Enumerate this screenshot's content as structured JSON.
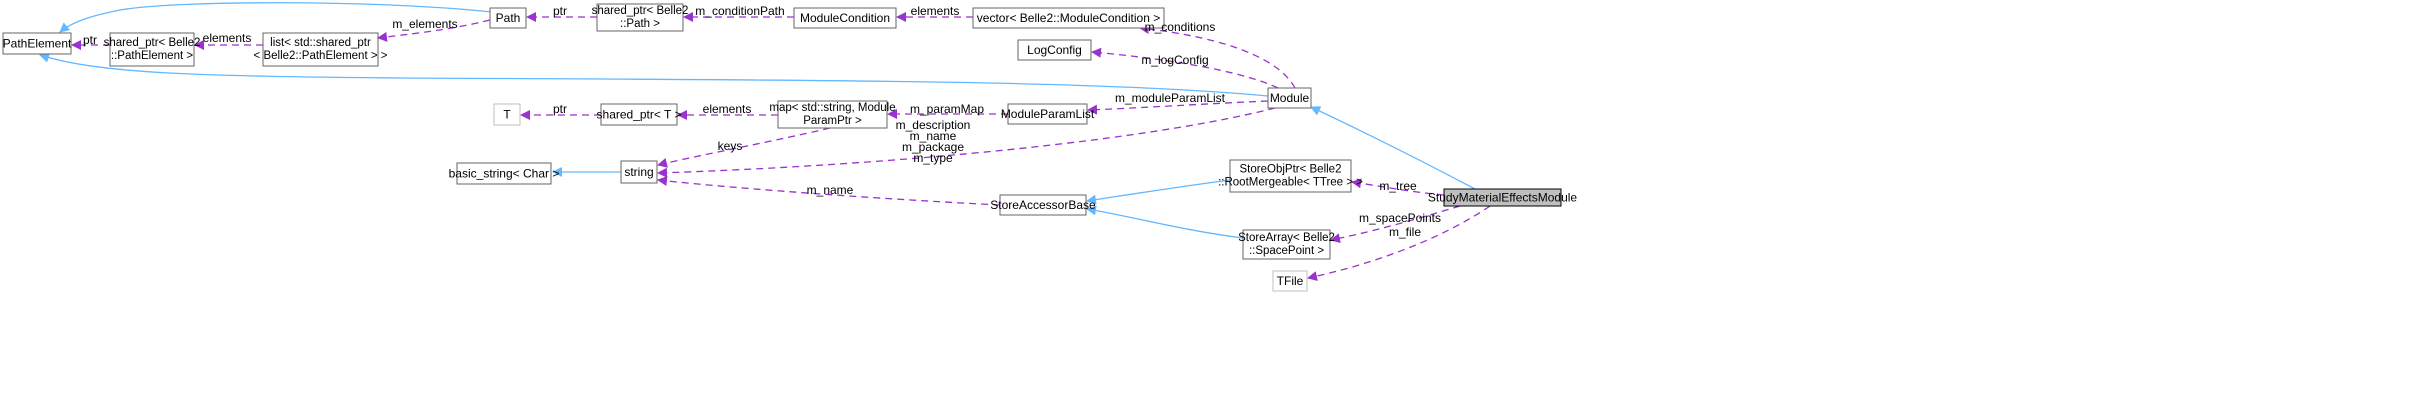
{
  "colors": {
    "inheritance_edge": "#63b8ff",
    "member_edge": "#9a32cd",
    "node_border": "#666666",
    "ghost_border": "#bfbfbf",
    "focus_fill": "#bfbfbf"
  },
  "nodes": {
    "path_element": [
      "PathElement"
    ],
    "shared_ptr_path_element": [
      "shared_ptr< Belle2",
      "::PathElement >"
    ],
    "list_shared_ptr": [
      "list< std::shared_ptr",
      "< Belle2::PathElement > >"
    ],
    "path": [
      "Path"
    ],
    "shared_ptr_path": [
      "shared_ptr< Belle2",
      "::Path >"
    ],
    "module_condition": [
      "ModuleCondition"
    ],
    "vector_module_condition": [
      "vector< Belle2::ModuleCondition >"
    ],
    "log_config": [
      "LogConfig"
    ],
    "t": [
      "T"
    ],
    "shared_ptr_t": [
      "shared_ptr< T >"
    ],
    "map_string_module_param_ptr": [
      "map< std::string, Module",
      "ParamPtr >"
    ],
    "module_param_list": [
      "ModuleParamList"
    ],
    "module": [
      "Module"
    ],
    "basic_string": [
      "basic_string< Char >"
    ],
    "string": [
      "string"
    ],
    "store_obj_ptr": [
      "StoreObjPtr< Belle2",
      "::RootMergeable< TTree > >"
    ],
    "store_accessor_base": [
      "StoreAccessorBase"
    ],
    "store_array": [
      "StoreArray< Belle2",
      "::SpacePoint >"
    ],
    "tfile": [
      "TFile"
    ],
    "study_material_effects_module": [
      "StudyMaterialEffectsModule"
    ]
  },
  "edge_labels": {
    "sp_pe_to_pe": [
      "ptr"
    ],
    "list_to_sp_pe": [
      "elements"
    ],
    "path_to_list": [
      "m_elements"
    ],
    "sp_path_to_path": [
      "ptr"
    ],
    "mc_to_sp_path": [
      "m_conditionPath"
    ],
    "vec_to_mc": [
      "elements"
    ],
    "module_to_vec": [
      "m_conditions"
    ],
    "module_to_log": [
      "m_logConfig"
    ],
    "sp_t_to_t": [
      "ptr"
    ],
    "map_to_sp_t": [
      "elements"
    ],
    "mpl_to_map": [
      "m_paramMap"
    ],
    "module_to_mpl": [
      "m_moduleParamList"
    ],
    "map_to_string": [
      "keys"
    ],
    "module_to_string": [
      "m_description",
      "m_name",
      "m_package",
      "m_type"
    ],
    "sab_to_string": [
      "m_name"
    ],
    "smem_to_sop": [
      "m_tree"
    ],
    "smem_to_sa": [
      "m_spacePoints"
    ],
    "smem_to_tfile": [
      "m_file"
    ]
  }
}
